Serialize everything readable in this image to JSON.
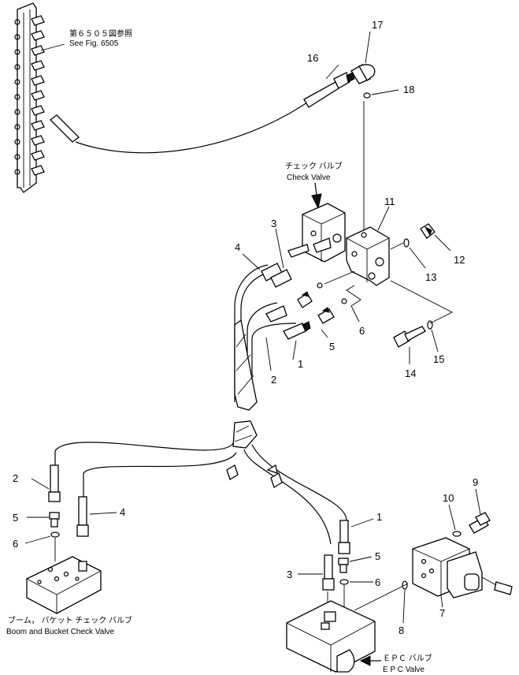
{
  "captions": {
    "see_fig_jp": "第６５０５図参照",
    "see_fig_en": "See Fig. 6505",
    "check_valve_jp": "チェック バルブ",
    "check_valve_en": "Check Valve",
    "boom_bucket_jp": "ブーム， バケット チェック バルブ",
    "boom_bucket_en": "Boom and Bucket Check Valve",
    "epc_valve_jp": "ＥＰＣ バルブ",
    "epc_valve_en": "E P C Valve"
  },
  "callouts": {
    "c17": "17",
    "c16": "16",
    "c18": "18",
    "c11": "11",
    "c3_top": "3",
    "c4_top": "4",
    "c12": "12",
    "c13": "13",
    "c6_top": "6",
    "c5_top": "5",
    "c1_top": "1",
    "c2_top": "2",
    "c14": "14",
    "c15": "15",
    "c2_bot": "2",
    "c5_left": "5",
    "c6_left": "6",
    "c4_bot": "4",
    "c9": "9",
    "c10": "10",
    "c1_bot": "1",
    "c5_right": "5",
    "c3_bot": "3",
    "c6_right": "6",
    "c7": "7",
    "c8": "8"
  }
}
